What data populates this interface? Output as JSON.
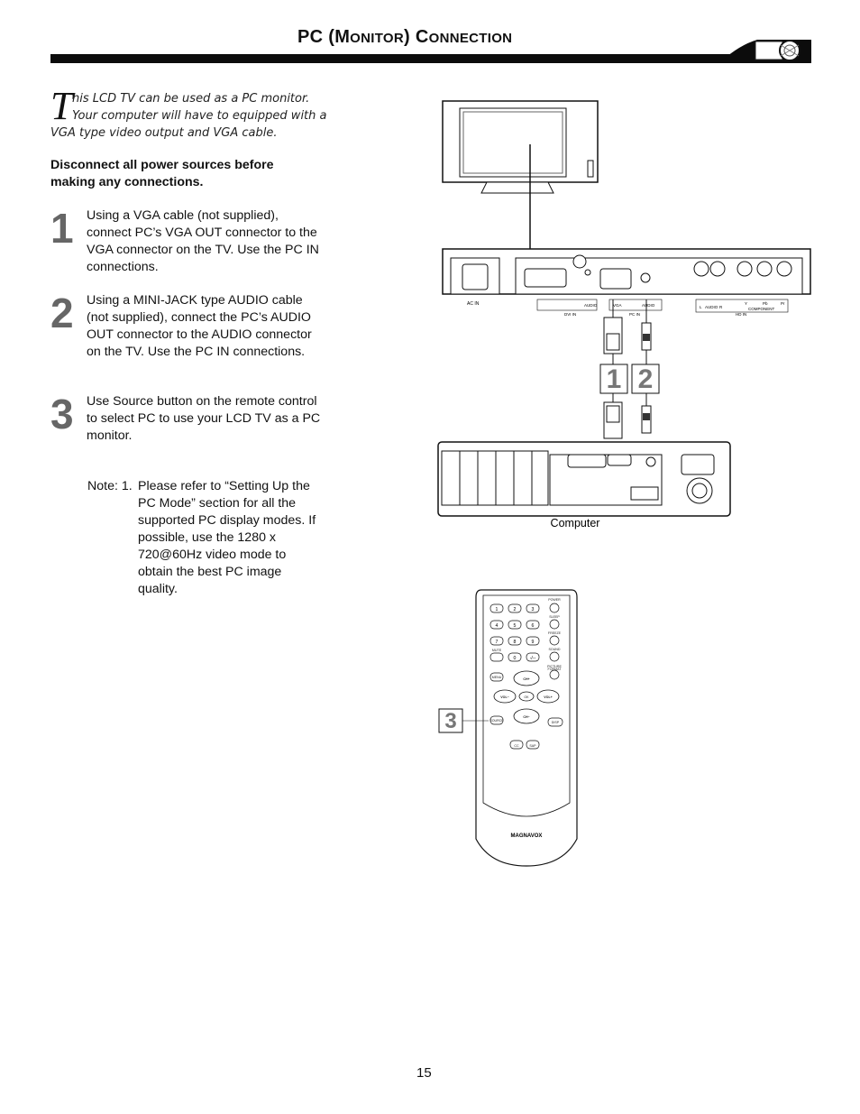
{
  "header": {
    "title_pc": "PC (",
    "title_monitor_m": "M",
    "title_monitor_rest": "ONITOR",
    "title_close": ") ",
    "title_c": "C",
    "title_connection_rest": "ONNECTION"
  },
  "intro": {
    "dropcap": "T",
    "line1": "his LCD TV can be used as a PC monitor.",
    "line2": "Your computer will have to equipped with a",
    "line3": "VGA type video output and VGA cable."
  },
  "warning": "Disconnect all power sources before making any connections.",
  "steps": [
    {
      "number": "1",
      "text": "Using a VGA cable (not supplied), connect PC’s VGA OUT connector to the VGA connector on the TV. Use the PC IN connections."
    },
    {
      "number": "2",
      "text": "Using a MINI-JACK type AUDIO cable (not supplied), connect the PC’s AUDIO OUT connector to the AUDIO connector on the TV. Use the PC IN connections."
    },
    {
      "number": "3",
      "text": "Use Source button on the remote control to select PC to use your LCD TV as a PC monitor."
    }
  ],
  "note": {
    "label": "Note:",
    "number": "1.",
    "text": "Please refer to “Setting Up the PC Mode” section for all the supported PC display modes. If possible, use the 1280 x 720@60Hz video mode to obtain the best PC image quality."
  },
  "diagram": {
    "panel_labels": [
      "AC IN",
      "DVI IN",
      "AUDIO",
      "VGA",
      "AUDIO",
      "PC IN",
      "L",
      "AUDIO",
      "R",
      "Y",
      "Pb",
      "Pr",
      "COMPONENT",
      "HD IN"
    ],
    "callout_1": "1",
    "callout_2": "2",
    "computer_label": "Computer"
  },
  "remote": {
    "keys": [
      "1",
      "2",
      "3",
      "4",
      "5",
      "6",
      "7",
      "8",
      "9",
      "0",
      "-/--"
    ],
    "labels": [
      "POWER",
      "SLEEP",
      "FREEZE",
      "MUTE",
      "SOUND",
      "PICTURE",
      "FORMAT",
      "MENU",
      "CH+",
      "CH−",
      "VOL−",
      "VOL+",
      "OK",
      "SOURCE",
      "DISP",
      "CC",
      "SAP"
    ],
    "brand": "MAGNAVOX",
    "callout_3": "3"
  },
  "page_number": "15"
}
